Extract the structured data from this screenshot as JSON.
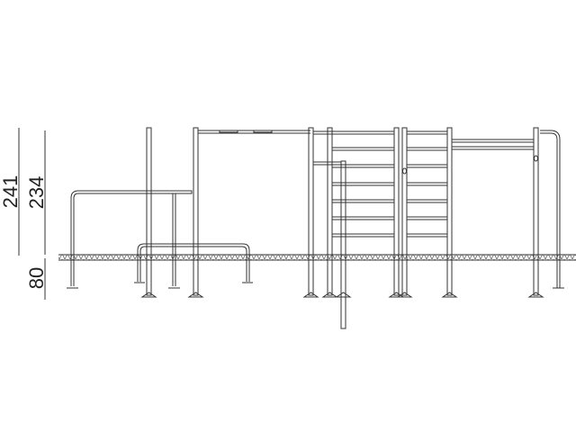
{
  "dimensions": {
    "total_height": "241",
    "above_ground_height": "234",
    "foundation_depth": "80"
  },
  "colors": {
    "line": "#333333",
    "background": "#ffffff"
  }
}
